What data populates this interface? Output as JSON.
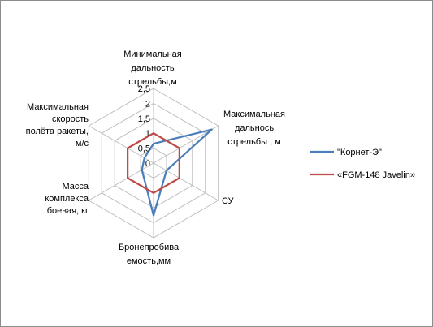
{
  "chart_data": {
    "type": "radar",
    "title": "",
    "axes": [
      [
        "Минимальная",
        "дальность",
        "стрельбы,м"
      ],
      [
        "Максимальная",
        "дальнось",
        "стрельбы , м"
      ],
      [
        "СУ"
      ],
      [
        "Бронепробива",
        "емость,мм"
      ],
      [
        "Масса",
        "комплекса",
        "боевая, кг"
      ],
      [
        "Максимальная",
        "скорость",
        "полёта ракеты,",
        "м/с"
      ]
    ],
    "ticks": [
      "0",
      "0,5",
      "1",
      "1,5",
      "2",
      "2,5"
    ],
    "rlim": [
      0,
      2.5
    ],
    "grid": true,
    "legend": "right",
    "series": [
      {
        "name": "\"Корнет-Э\"",
        "color": "#4a7ebb",
        "values": [
          0.65,
          2.25,
          0.5,
          1.75,
          0.45,
          0.35
        ]
      },
      {
        "name": "«FGM-148 Javelin»",
        "color": "#be4b48",
        "values": [
          1,
          1,
          1,
          1,
          1,
          1
        ]
      }
    ]
  }
}
